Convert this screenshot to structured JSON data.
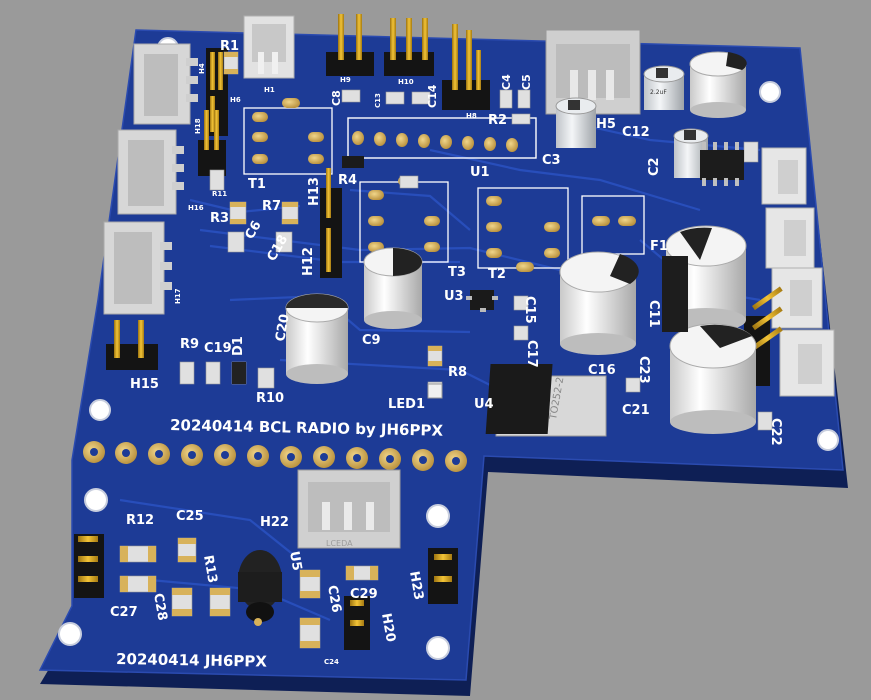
{
  "board": {
    "title_main": "20240414 BCL RADIO by JH6PPX",
    "title_sub": "20240414 JH6PPX",
    "colors": {
      "background": "#9a9a9a",
      "board": "#1d3b96",
      "board_dark": "#142c78",
      "trace": "#2a4fb8",
      "silk": "#ffffff",
      "pad": "#d8b25a",
      "pin": "#e2b024",
      "header": "#111111",
      "cap_body": "#f2f2f2",
      "connector": "#dcdcdc"
    }
  },
  "labels": [
    {
      "id": "r1",
      "text": "R1"
    },
    {
      "id": "h6",
      "text": "H6"
    },
    {
      "id": "h9",
      "text": "H9"
    },
    {
      "id": "h10",
      "text": "H10"
    },
    {
      "id": "h8",
      "text": "H8"
    },
    {
      "id": "c8a",
      "text": "C8"
    },
    {
      "id": "c13",
      "text": "C13"
    },
    {
      "id": "c14",
      "text": "C14"
    },
    {
      "id": "c4",
      "text": "C4"
    },
    {
      "id": "c5",
      "text": "C5"
    },
    {
      "id": "r2",
      "text": "R2"
    },
    {
      "id": "h5",
      "text": "H5"
    },
    {
      "id": "c12",
      "text": "C12"
    },
    {
      "id": "c3",
      "text": "C3"
    },
    {
      "id": "c2",
      "text": "C2"
    },
    {
      "id": "t1",
      "text": "T1"
    },
    {
      "id": "r4",
      "text": "R4"
    },
    {
      "id": "h13",
      "text": "H13"
    },
    {
      "id": "u1",
      "text": "U1"
    },
    {
      "id": "r11",
      "text": "R11"
    },
    {
      "id": "h16",
      "text": "H16"
    },
    {
      "id": "r3",
      "text": "R3"
    },
    {
      "id": "r7",
      "text": "R7"
    },
    {
      "id": "c6",
      "text": "C6"
    },
    {
      "id": "c18",
      "text": "C18"
    },
    {
      "id": "h12",
      "text": "H12"
    },
    {
      "id": "t3",
      "text": "T3"
    },
    {
      "id": "t2",
      "text": "T2"
    },
    {
      "id": "f1",
      "text": "F1"
    },
    {
      "id": "u3",
      "text": "U3"
    },
    {
      "id": "c15",
      "text": "C15"
    },
    {
      "id": "c17",
      "text": "C17"
    },
    {
      "id": "c11",
      "text": "C11"
    },
    {
      "id": "c20",
      "text": "C20"
    },
    {
      "id": "c9",
      "text": "C9"
    },
    {
      "id": "r9",
      "text": "R9"
    },
    {
      "id": "c19",
      "text": "C19"
    },
    {
      "id": "d1",
      "text": "D1"
    },
    {
      "id": "h15",
      "text": "H15"
    },
    {
      "id": "r10",
      "text": "R10"
    },
    {
      "id": "r8",
      "text": "R8"
    },
    {
      "id": "led1",
      "text": "LED1"
    },
    {
      "id": "u4",
      "text": "U4"
    },
    {
      "id": "c16",
      "text": "C16"
    },
    {
      "id": "c23",
      "text": "C23"
    },
    {
      "id": "c21",
      "text": "C21"
    },
    {
      "id": "c22",
      "text": "C22"
    },
    {
      "id": "r12",
      "text": "R12"
    },
    {
      "id": "c25",
      "text": "C25"
    },
    {
      "id": "h22",
      "text": "H22"
    },
    {
      "id": "r13",
      "text": "R13"
    },
    {
      "id": "u5",
      "text": "U5"
    },
    {
      "id": "c27",
      "text": "C27"
    },
    {
      "id": "c28",
      "text": "C28"
    },
    {
      "id": "c26",
      "text": "C26"
    },
    {
      "id": "c29",
      "text": "C29"
    },
    {
      "id": "h23",
      "text": "H23"
    },
    {
      "id": "h20",
      "text": "H20"
    },
    {
      "id": "c24",
      "text": "C24"
    },
    {
      "id": "h17",
      "text": "H17"
    },
    {
      "id": "h1",
      "text": "H1"
    },
    {
      "id": "h18",
      "text": "H18"
    },
    {
      "id": "h4",
      "text": "H4"
    }
  ],
  "component_text": {
    "u4_marking": "TO252-2",
    "connector_marking": "LCEDA",
    "cap_marking": "2.2uF"
  }
}
